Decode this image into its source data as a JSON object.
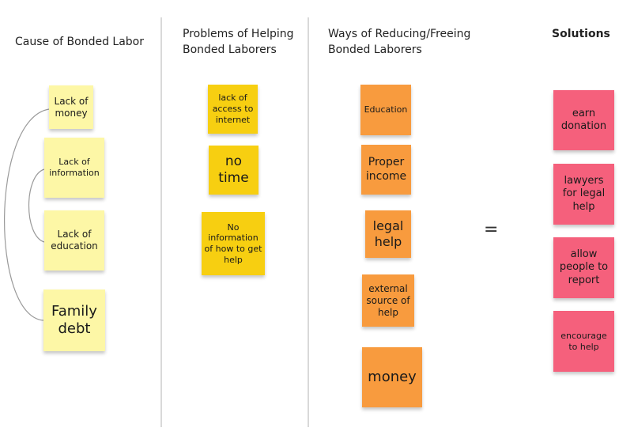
{
  "columns": [
    {
      "title": "Cause of Bonded Labor",
      "notes": [
        "Lack of money",
        "Lack of information",
        "Lack of education",
        "Family debt"
      ]
    },
    {
      "title": "Problems of Helping Bonded Laborers",
      "notes": [
        "lack of access to internet",
        "no time",
        "No information of how to get help"
      ]
    },
    {
      "title": "Ways of Reducing/Freeing Bonded Laborers",
      "notes": [
        "Education",
        "Proper income",
        "legal help",
        "external source of help",
        "money"
      ]
    },
    {
      "title": "Solutions",
      "notes": [
        "earn donation",
        "lawyers for legal help",
        "allow people to report",
        "encourage to help"
      ]
    }
  ],
  "equals_sign": "=",
  "colors": {
    "cause_note": "#fdf7a6",
    "problem_note": "#f7cf11",
    "ways_note": "#f89b3e",
    "solution_note": "#f5607c",
    "connector": "#9a9a9a",
    "divider": "#d9d9d9"
  }
}
